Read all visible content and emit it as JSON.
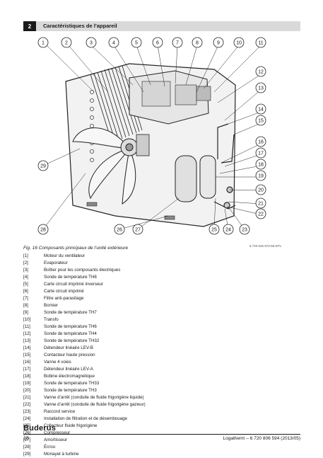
{
  "header": {
    "section_number": "2",
    "section_title": "Caractéristiques de l’appareil"
  },
  "figure": {
    "reference_code": "6 720 646 973-59.6ITL",
    "caption": "Fig. 16  Composants principaux de l’unité extérieure",
    "callouts": [
      "1",
      "2",
      "3",
      "4",
      "5",
      "6",
      "7",
      "8",
      "9",
      "10",
      "11",
      "12",
      "13",
      "14",
      "15",
      "16",
      "17",
      "18",
      "19",
      "20",
      "21",
      "22",
      "23",
      "24",
      "25",
      "26",
      "27",
      "28",
      "29"
    ]
  },
  "legend": [
    {
      "num": "[1]",
      "label": "Moteur du ventilateur"
    },
    {
      "num": "[2]",
      "label": "Evaporateur"
    },
    {
      "num": "[3]",
      "label": "Boîtier pour les composants électriques"
    },
    {
      "num": "[4]",
      "label": "Sonde de température TH8"
    },
    {
      "num": "[5]",
      "label": "Carte circuit imprimé inverseur"
    },
    {
      "num": "[6]",
      "label": "Carte circuit imprimé"
    },
    {
      "num": "[7]",
      "label": "Filtre anti-parasitage"
    },
    {
      "num": "[8]",
      "label": "Bornier"
    },
    {
      "num": "[9]",
      "label": "Sonde de température TH7"
    },
    {
      "num": "[10]",
      "label": "Transfo"
    },
    {
      "num": "[11]",
      "label": "Sonde de température TH6"
    },
    {
      "num": "[12]",
      "label": "Sonde de température TH4"
    },
    {
      "num": "[13]",
      "label": "Sonde de température TH32"
    },
    {
      "num": "[14]",
      "label": "Détendeur linéaire LEV-B"
    },
    {
      "num": "[15]",
      "label": "Contacteur haute pression"
    },
    {
      "num": "[16]",
      "label": "Vanne 4 voies"
    },
    {
      "num": "[17]",
      "label": "Détendeur linéaire LEV-A"
    },
    {
      "num": "[18]",
      "label": "Bobine électromagnétique"
    },
    {
      "num": "[19]",
      "label": "Sonde de température TH33"
    },
    {
      "num": "[20]",
      "label": "Sonde de température TH3"
    },
    {
      "num": "[21]",
      "label": "Vanne d’arrêt (conduite de fluide frigorigène liquide)"
    },
    {
      "num": "[22]",
      "label": "Vanne d’arrêt (conduite de fluide frigorigène gazeux)"
    },
    {
      "num": "[23]",
      "label": "Raccord service"
    },
    {
      "num": "[24]",
      "label": "Installation de filtration et de désembouage"
    },
    {
      "num": "[25]",
      "label": "Collecteur fluide frigorigène"
    },
    {
      "num": "[26]",
      "label": "Compresseur"
    },
    {
      "num": "[27]",
      "label": "Amortisseur"
    },
    {
      "num": "[28]",
      "label": "Écrou"
    },
    {
      "num": "[29]",
      "label": "Monayet à turbine"
    }
  ],
  "footer": {
    "brand": "Buderus",
    "page_number": "18",
    "document_ref": "Logatherm – 6 720 806 594 (2013/05)"
  }
}
